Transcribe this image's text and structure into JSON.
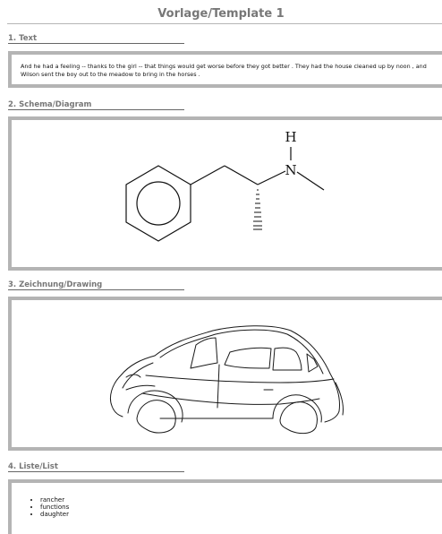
{
  "page": {
    "title": "Vorlage/Template 1"
  },
  "sections": {
    "text": {
      "heading": "1. Text",
      "body": "And he had a feeling -- thanks to the girl -- that things would get worse before they got better . They had the house cleaned up by noon , and Wilson sent the boy out to the meadow to bring in the horses ."
    },
    "diagram": {
      "heading": "2. Schema/Diagram",
      "atom_labels": {
        "n": "N",
        "h": "H"
      }
    },
    "drawing": {
      "heading": "3. Zeichnung/Drawing"
    },
    "list": {
      "heading": "4. Liste/List",
      "items": [
        "rancher",
        "functions",
        "daughter"
      ]
    }
  }
}
